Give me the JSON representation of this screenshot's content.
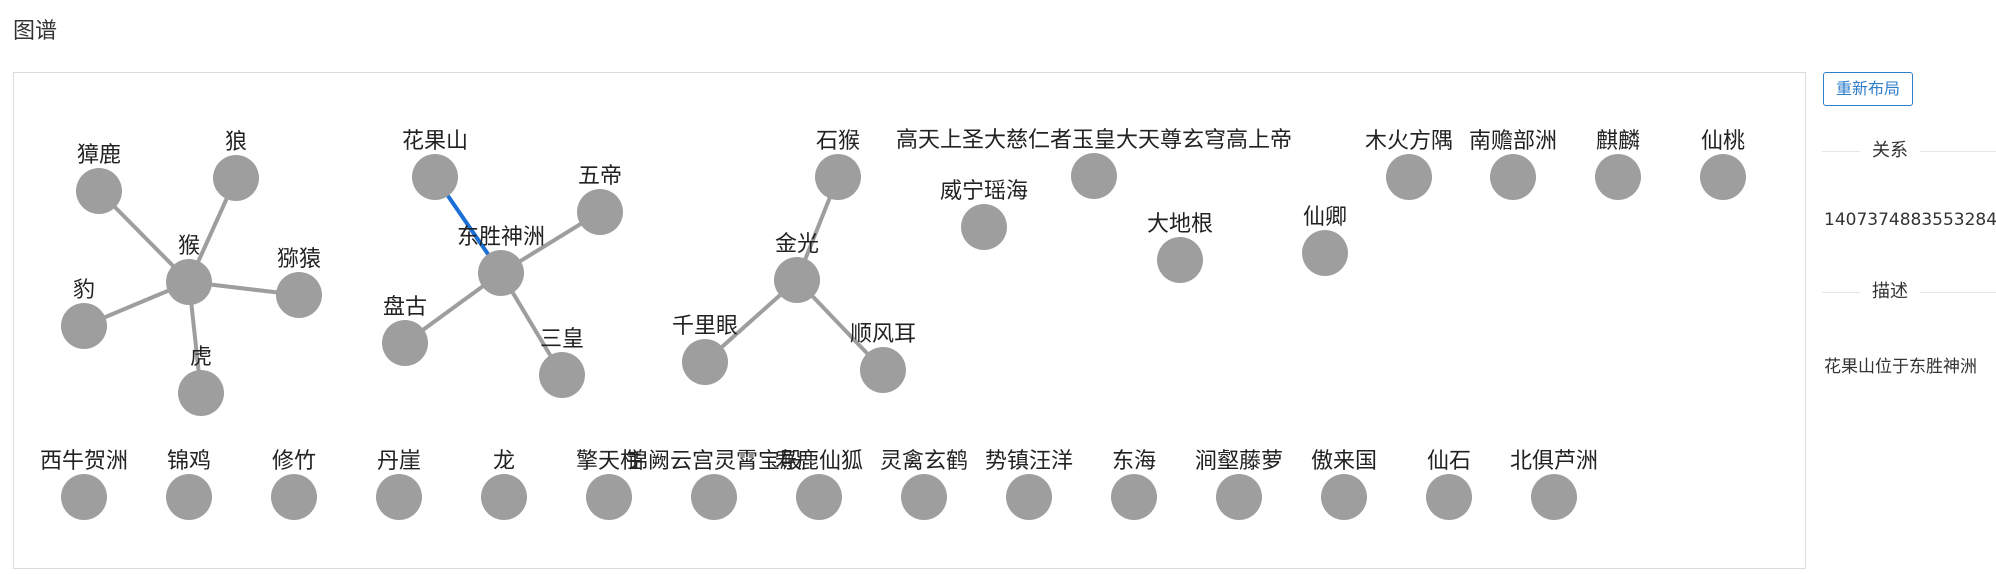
{
  "page": {
    "title": "图谱"
  },
  "side_panel": {
    "relayout_label": "重新布局",
    "relation_heading": "关系",
    "relation_value": "1407374883553284",
    "description_heading": "描述",
    "description_value": "花果山位于东胜神洲"
  },
  "graph": {
    "node_color": "#9e9e9e",
    "edge_color": "#9e9e9e",
    "highlight_edge_color": "#1a6fd6",
    "nodes": [
      "猴",
      "獐鹿",
      "狼",
      "猕猿",
      "豹",
      "虎",
      "东胜神洲",
      "花果山",
      "五帝",
      "盘古",
      "三皇",
      "金光",
      "石猴",
      "千里眼",
      "顺风耳",
      "高天上圣大慈仁者玉皇大天尊玄穹高上帝",
      "威宁瑶海",
      "大地根",
      "仙卿",
      "木火方隅",
      "南赡部洲",
      "麒麟",
      "仙桃",
      "西牛贺洲",
      "锦鸡",
      "修竹",
      "丹崖",
      "龙",
      "擎天柱",
      "锦阙云宫灵霄宝殿",
      "寿鹿仙狐",
      "灵禽玄鹤",
      "势镇汪洋",
      "东海",
      "涧壑藤萝",
      "傲来国",
      "仙石",
      "北俱芦洲"
    ],
    "edges": [
      {
        "from": "猴",
        "to": "獐鹿"
      },
      {
        "from": "猴",
        "to": "狼"
      },
      {
        "from": "猴",
        "to": "猕猿"
      },
      {
        "from": "猴",
        "to": "豹"
      },
      {
        "from": "猴",
        "to": "虎"
      },
      {
        "from": "东胜神洲",
        "to": "花果山",
        "highlight": true
      },
      {
        "from": "东胜神洲",
        "to": "五帝"
      },
      {
        "from": "东胜神洲",
        "to": "盘古"
      },
      {
        "from": "东胜神洲",
        "to": "三皇"
      },
      {
        "from": "金光",
        "to": "石猴"
      },
      {
        "from": "金光",
        "to": "千里眼"
      },
      {
        "from": "金光",
        "to": "顺风耳"
      }
    ]
  }
}
